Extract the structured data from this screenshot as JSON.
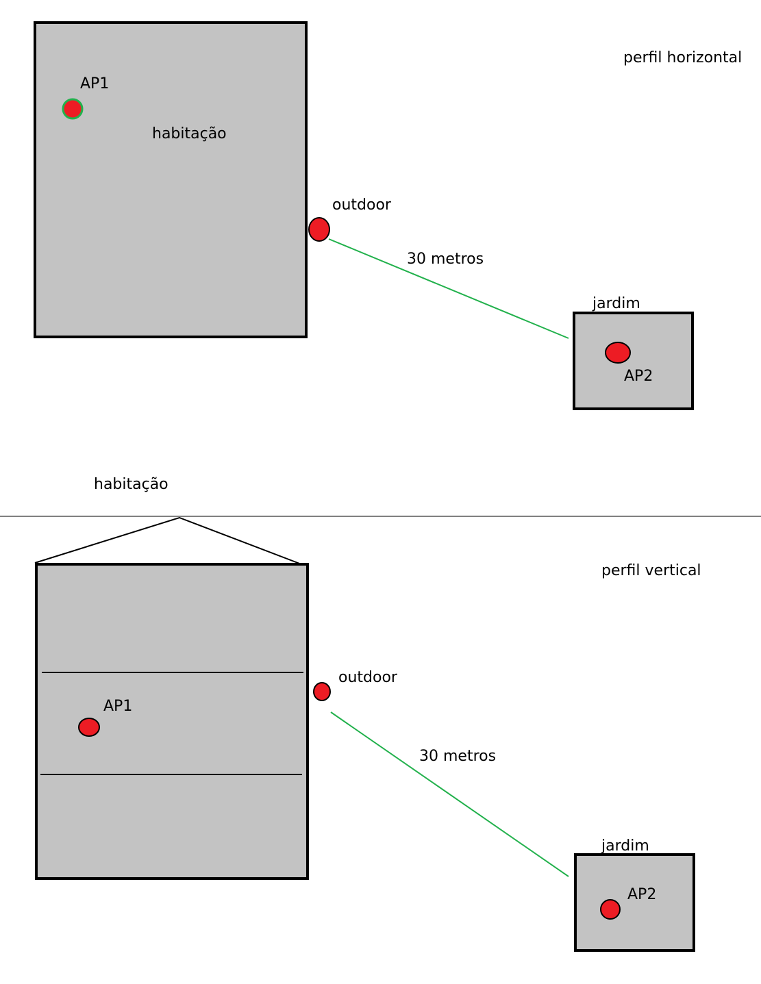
{
  "colors": {
    "background": "#ffffff",
    "box_fill": "#c3c3c3",
    "box_stroke": "#000000",
    "ap_fill": "#ed1c24",
    "ap1_top_ring": "#22b14c",
    "link_line": "#22b14c",
    "divider": "#000000"
  },
  "horizontal": {
    "title": "perfil horizontal",
    "house_label": "habitação",
    "ap1_label": "AP1",
    "outdoor_label": "outdoor",
    "distance_label": "30 metros",
    "garden_label": "jardim",
    "ap2_label": "AP2"
  },
  "vertical": {
    "title": "perfil vertical",
    "house_label": "habitação",
    "ap1_label": "AP1",
    "outdoor_label": "outdoor",
    "distance_label": "30 metros",
    "garden_label": "jardim",
    "ap2_label": "AP2"
  }
}
